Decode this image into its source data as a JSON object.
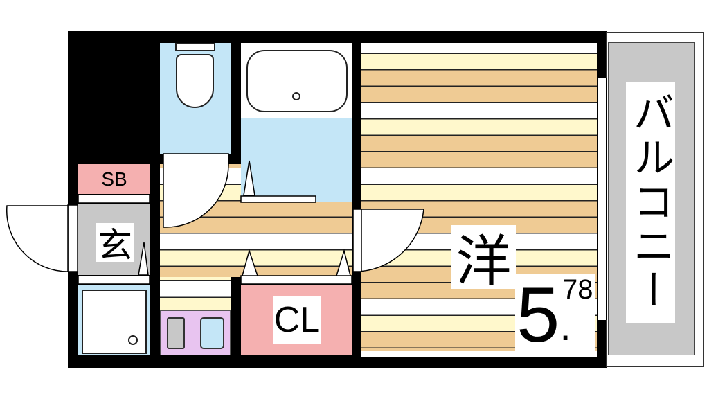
{
  "rooms": {
    "western_room": {
      "label": "洋",
      "size_main": "5",
      "size_dot": ".",
      "size_fraction": "78"
    },
    "closet": {
      "label": "CL"
    },
    "shoe_box": {
      "label": "SB"
    },
    "entrance": {
      "label": "玄"
    },
    "balcony": {
      "label": "バルコニー"
    }
  },
  "colors": {
    "wall": "#000000",
    "floor_tan": "#efcb94",
    "floor_yellow": "#fff8cc",
    "wet_area": "#c4e6f7",
    "storage": "#f5b0b0",
    "entrance": "#c8c8c8",
    "kitchen": "#e8c4f0",
    "balcony": "#c8c8c8"
  }
}
